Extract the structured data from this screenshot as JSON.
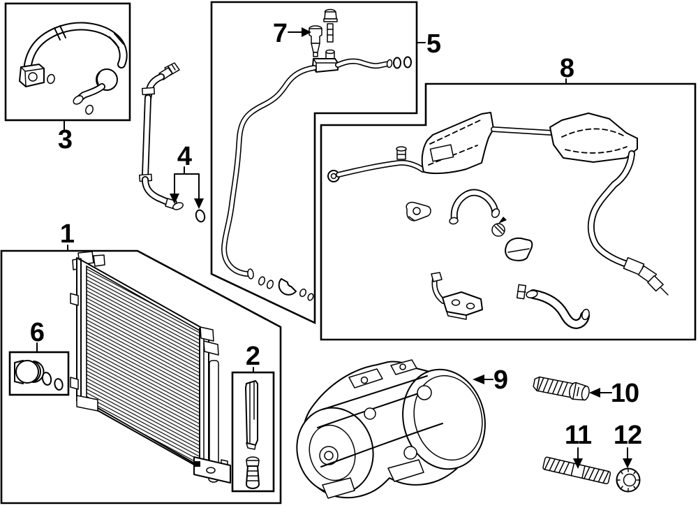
{
  "diagram": {
    "type": "exploded-parts-diagram",
    "subject": "air-conditioning-condenser-and-compressor-assembly",
    "colors": {
      "line": "#000000",
      "background": "#ffffff"
    }
  },
  "callouts": [
    {
      "label": "1"
    },
    {
      "label": "2"
    },
    {
      "label": "3"
    },
    {
      "label": "4"
    },
    {
      "label": "5"
    },
    {
      "label": "6"
    },
    {
      "label": "7"
    },
    {
      "label": "8"
    },
    {
      "label": "9"
    },
    {
      "label": "10"
    },
    {
      "label": "11"
    },
    {
      "label": "12"
    }
  ]
}
